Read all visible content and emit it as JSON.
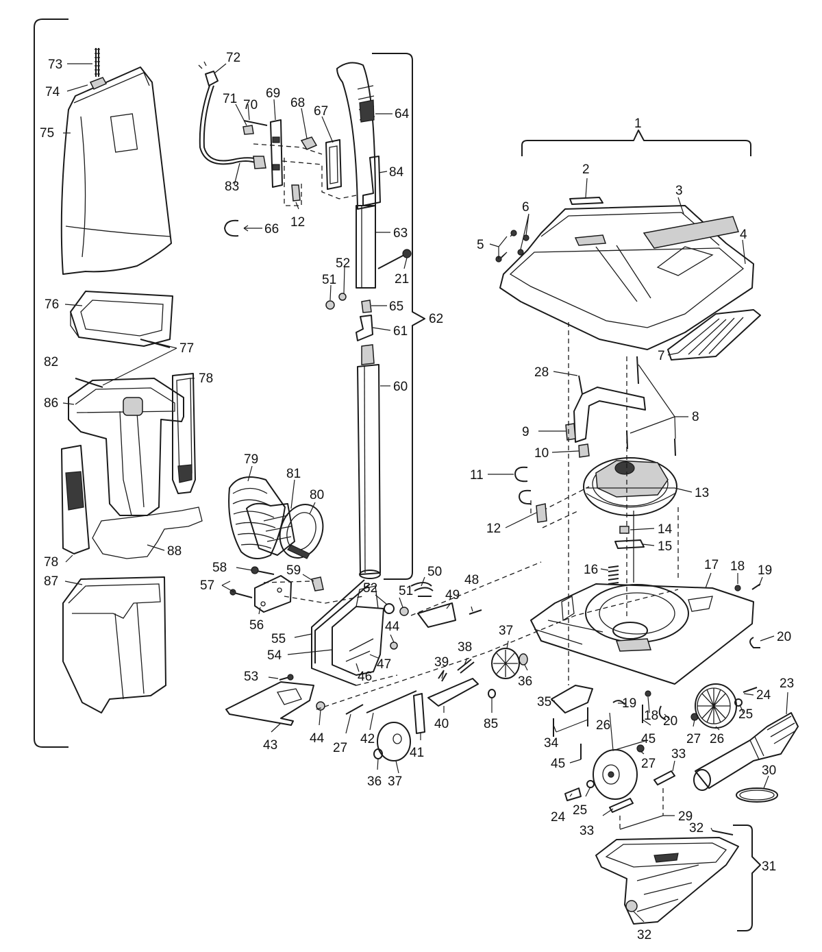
{
  "diagram": {
    "labels": [
      {
        "id": "p73",
        "text": "73"
      },
      {
        "id": "p74",
        "text": "74"
      },
      {
        "id": "p75",
        "text": "75"
      },
      {
        "id": "p76",
        "text": "76"
      },
      {
        "id": "p77",
        "text": "77"
      },
      {
        "id": "p82",
        "text": "82"
      },
      {
        "id": "p86",
        "text": "86"
      },
      {
        "id": "p78a",
        "text": "78"
      },
      {
        "id": "p78b",
        "text": "78"
      },
      {
        "id": "p88",
        "text": "88"
      },
      {
        "id": "p87",
        "text": "87"
      },
      {
        "id": "p72",
        "text": "72"
      },
      {
        "id": "p71",
        "text": "71"
      },
      {
        "id": "p70",
        "text": "70"
      },
      {
        "id": "p69",
        "text": "69"
      },
      {
        "id": "p68",
        "text": "68"
      },
      {
        "id": "p67",
        "text": "67"
      },
      {
        "id": "p83",
        "text": "83"
      },
      {
        "id": "p12a",
        "text": "12"
      },
      {
        "id": "p66",
        "text": "66"
      },
      {
        "id": "p64",
        "text": "64"
      },
      {
        "id": "p84",
        "text": "84"
      },
      {
        "id": "p63",
        "text": "63"
      },
      {
        "id": "p52a",
        "text": "52"
      },
      {
        "id": "p51a",
        "text": "51"
      },
      {
        "id": "p21",
        "text": "21"
      },
      {
        "id": "p65",
        "text": "65"
      },
      {
        "id": "p61",
        "text": "61"
      },
      {
        "id": "p62",
        "text": "62"
      },
      {
        "id": "p60",
        "text": "60"
      },
      {
        "id": "p79",
        "text": "79"
      },
      {
        "id": "p81",
        "text": "81"
      },
      {
        "id": "p80",
        "text": "80"
      },
      {
        "id": "p58",
        "text": "58"
      },
      {
        "id": "p59",
        "text": "59"
      },
      {
        "id": "p57",
        "text": "57"
      },
      {
        "id": "p56",
        "text": "56"
      },
      {
        "id": "p55",
        "text": "55"
      },
      {
        "id": "p54",
        "text": "54"
      },
      {
        "id": "p52b",
        "text": "52"
      },
      {
        "id": "p51b",
        "text": "51"
      },
      {
        "id": "p50",
        "text": "50"
      },
      {
        "id": "p49",
        "text": "49"
      },
      {
        "id": "p48",
        "text": "48"
      },
      {
        "id": "p44a",
        "text": "44"
      },
      {
        "id": "p47",
        "text": "47"
      },
      {
        "id": "p46",
        "text": "46"
      },
      {
        "id": "p53",
        "text": "53"
      },
      {
        "id": "p43",
        "text": "43"
      },
      {
        "id": "p44b",
        "text": "44"
      },
      {
        "id": "p27a",
        "text": "27"
      },
      {
        "id": "p42",
        "text": "42"
      },
      {
        "id": "p41",
        "text": "41"
      },
      {
        "id": "p40",
        "text": "40"
      },
      {
        "id": "p39",
        "text": "39"
      },
      {
        "id": "p38",
        "text": "38"
      },
      {
        "id": "p37a",
        "text": "37"
      },
      {
        "id": "p36a",
        "text": "36"
      },
      {
        "id": "p85",
        "text": "85"
      },
      {
        "id": "p36b",
        "text": "36"
      },
      {
        "id": "p37b",
        "text": "37"
      },
      {
        "id": "p1",
        "text": "1"
      },
      {
        "id": "p2",
        "text": "2"
      },
      {
        "id": "p3",
        "text": "3"
      },
      {
        "id": "p4",
        "text": "4"
      },
      {
        "id": "p5",
        "text": "5"
      },
      {
        "id": "p6",
        "text": "6"
      },
      {
        "id": "p7",
        "text": "7"
      },
      {
        "id": "p28",
        "text": "28"
      },
      {
        "id": "p8",
        "text": "8"
      },
      {
        "id": "p9",
        "text": "9"
      },
      {
        "id": "p10",
        "text": "10"
      },
      {
        "id": "p11",
        "text": "11"
      },
      {
        "id": "p13",
        "text": "13"
      },
      {
        "id": "p12b",
        "text": "12"
      },
      {
        "id": "p14",
        "text": "14"
      },
      {
        "id": "p15",
        "text": "15"
      },
      {
        "id": "p16",
        "text": "16"
      },
      {
        "id": "p17",
        "text": "17"
      },
      {
        "id": "p18a",
        "text": "18"
      },
      {
        "id": "p19a",
        "text": "19"
      },
      {
        "id": "p20a",
        "text": "20"
      },
      {
        "id": "p35",
        "text": "35"
      },
      {
        "id": "p19b",
        "text": "19"
      },
      {
        "id": "p18b",
        "text": "18"
      },
      {
        "id": "p20b",
        "text": "20"
      },
      {
        "id": "p24a",
        "text": "24"
      },
      {
        "id": "p25a",
        "text": "25"
      },
      {
        "id": "p23",
        "text": "23"
      },
      {
        "id": "p34",
        "text": "34"
      },
      {
        "id": "p27b",
        "text": "27"
      },
      {
        "id": "p26a",
        "text": "26"
      },
      {
        "id": "p26b",
        "text": "26"
      },
      {
        "id": "p45a",
        "text": "45"
      },
      {
        "id": "p45b",
        "text": "45"
      },
      {
        "id": "p27c",
        "text": "27"
      },
      {
        "id": "p33a",
        "text": "33"
      },
      {
        "id": "p30",
        "text": "30"
      },
      {
        "id": "p24b",
        "text": "24"
      },
      {
        "id": "p25b",
        "text": "25"
      },
      {
        "id": "p29",
        "text": "29"
      },
      {
        "id": "p33b",
        "text": "33"
      },
      {
        "id": "p32a",
        "text": "32"
      },
      {
        "id": "p31",
        "text": "31"
      },
      {
        "id": "p32b",
        "text": "32"
      }
    ]
  }
}
